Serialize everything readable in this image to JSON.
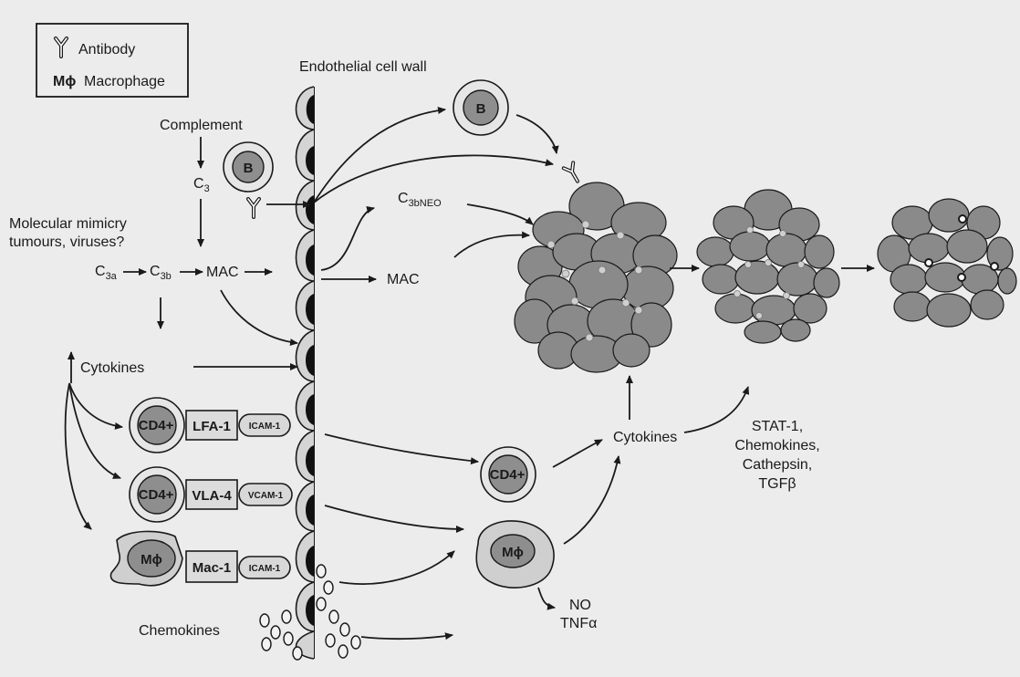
{
  "legend": {
    "antibody_label": "Antibody",
    "macrophage_symbol": "Mϕ",
    "macrophage_label": "Macrophage"
  },
  "wall_title": "Endothelial cell wall",
  "left": {
    "complement": "Complement",
    "c3": "C",
    "c3_sub": "3",
    "mimicry_line1": "Molecular mimicry",
    "mimicry_line2": "tumours, viruses?",
    "c3a": "C",
    "c3a_sub": "3a",
    "c3b": "C",
    "c3b_sub": "3b",
    "mac": "MAC",
    "cytokines": "Cytokines",
    "cd4_1": "CD4+",
    "lfa1": "LFA-1",
    "icam1_a": "ICAM-1",
    "cd4_2": "CD4+",
    "vla4": "VLA-4",
    "vcam1": "VCAM-1",
    "mphi": "Mϕ",
    "mac1": "Mac-1",
    "icam1_b": "ICAM-1",
    "chemokines": "Chemokines",
    "b_cell": "B"
  },
  "right": {
    "b_cell": "B",
    "c3bneo": "C",
    "c3bneo_sub": "3bNEO",
    "mac": "MAC",
    "cd4": "CD4+",
    "mphi": "Mϕ",
    "cytokines": "Cytokines",
    "no": "NO",
    "tnf": "TNFα",
    "stat1": "STAT-1,",
    "chemokines": "Chemokines,",
    "cathepsin": "Cathepsin,",
    "tgfb": "TGFβ"
  }
}
